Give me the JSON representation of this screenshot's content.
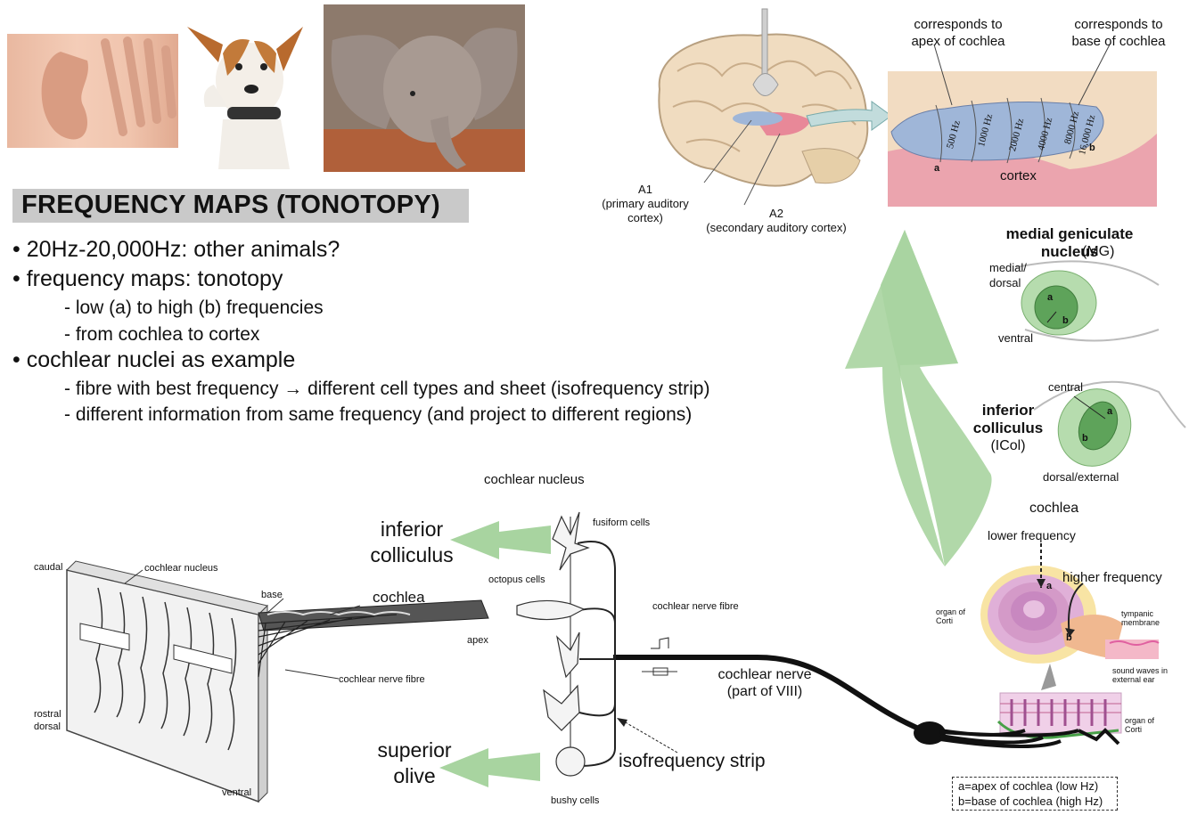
{
  "title": "FREQUENCY MAPS (TONOTOPY)",
  "bullets": [
    "20Hz-20,000Hz: other animals?",
    "frequency maps: tonotopy",
    "cochlear nuclei as example"
  ],
  "sub_bullets": {
    "tonotopy_1": "- low (a) to high (b) frequencies",
    "tonotopy_2": "- from cochlea to cortex",
    "nuclei_1": "- fibre with best frequency  →  different cell types and sheet (isofrequency strip)",
    "nuclei_2": "- different information from same frequency (and project to different regions)"
  },
  "brain": {
    "a1": "A1\n(primary auditory\ncortex)",
    "a2": "A2\n(secondary auditory cortex)",
    "apex_note": "corresponds to\napex of cochlea",
    "base_note": "corresponds to\nbase of cochlea",
    "cortex": "cortex",
    "freqs": [
      "500 Hz",
      "1000 Hz",
      "2000 Hz",
      "4000 Hz",
      "8000 Hz",
      "16,000 Hz"
    ],
    "a": "a",
    "b": "b"
  },
  "mg": {
    "title": "medial geniculate\nnucleus",
    "abbr": "(MG)",
    "medial": "medial/\ndorsal",
    "ventral": "ventral",
    "a": "a",
    "b": "b"
  },
  "ic": {
    "title": "inferior\ncolliculus",
    "abbr": "(ICol)",
    "central": "central",
    "dorsal": "dorsal/external",
    "a": "a",
    "b": "b"
  },
  "cochlea_panel": {
    "title": "cochlea",
    "lower": "lower frequency",
    "higher": "higher frequency",
    "organ_corti": "organ of\nCorti",
    "tympanic": "tympanic\nmembrane",
    "sound": "sound waves in\nexternal ear",
    "organ_corti_2": "organ of\nCorti",
    "a": "a",
    "b": "b",
    "legend_a": "a=apex of cochlea (low Hz)",
    "legend_b": "b=base of cochlea (high Hz)"
  },
  "nucleus_diagram": {
    "caudal": "caudal",
    "cochlear_nucleus": "cochlear nucleus",
    "base": "base",
    "cochlea": "cochlea",
    "apex": "apex",
    "nerve_fibre": "cochlear nerve fibre",
    "rostral": "rostral\ndorsal",
    "ventral": "ventral"
  },
  "cells": {
    "title": "cochlear nucleus",
    "fusiform": "fusiform cells",
    "octopus": "octopus cells",
    "bushy": "bushy cells",
    "nerve_fibre": "cochlear nerve fibre",
    "nerve": "cochlear nerve\n(part of VIII)",
    "strip": "isofrequency strip",
    "inferior": "inferior\ncolliculus",
    "superior": "superior\nolive"
  },
  "colors": {
    "arrow_green": "#a8d4a0",
    "title_bg": "#c9c9c9",
    "cortex_pink": "#e8a0a8",
    "auditory_blue": "#9fb6d8",
    "nucleus_green": "#5ea35a"
  }
}
